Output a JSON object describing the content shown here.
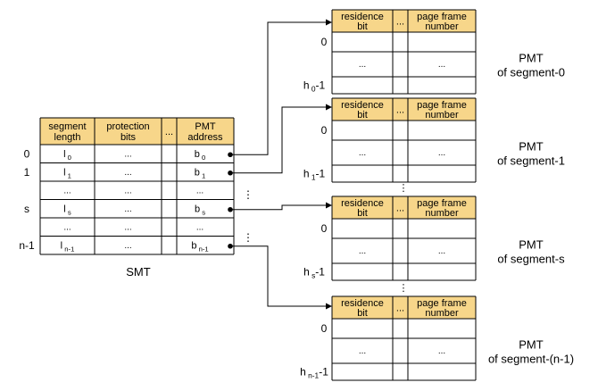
{
  "smt": {
    "headers": [
      "segment\nlength",
      "protection\nbits",
      "...",
      "PMT\naddress"
    ],
    "row_labels": [
      "0",
      "1",
      "",
      "s",
      "",
      "n-1"
    ],
    "rows": [
      [
        {
          "base": "l",
          "sub": "0"
        },
        "...",
        "",
        {
          "base": "b",
          "sub": "0"
        }
      ],
      [
        {
          "base": "l",
          "sub": "1"
        },
        "...",
        "",
        {
          "base": "b",
          "sub": "1"
        }
      ],
      [
        "...",
        "...",
        "",
        "..."
      ],
      [
        {
          "base": "l",
          "sub": "s"
        },
        "...",
        "",
        {
          "base": "b",
          "sub": "s"
        }
      ],
      [
        "...",
        "...",
        "",
        "..."
      ],
      [
        {
          "base": "l",
          "sub": "n-1"
        },
        "...",
        "",
        {
          "base": "b",
          "sub": "n-1"
        }
      ]
    ],
    "caption": "SMT",
    "gap_marks": [
      "⋮",
      "⋮"
    ]
  },
  "pmt": {
    "headers": [
      "residence\nbit",
      "...",
      "page frame\nnumber"
    ],
    "first_row_label": "0",
    "between_marks": [
      "⋮",
      "⋮"
    ],
    "tables": [
      {
        "last_label": {
          "base": "h",
          "sub": "0",
          "suffix": "-1"
        },
        "caption": "PMT\nof segment-0"
      },
      {
        "last_label": {
          "base": "h",
          "sub": "1",
          "suffix": "-1"
        },
        "caption": "PMT\nof segment-1"
      },
      {
        "last_label": {
          "base": "h",
          "sub": "s",
          "suffix": "-1"
        },
        "caption": "PMT\nof segment-s"
      },
      {
        "last_label": {
          "base": "h",
          "sub": "n-1",
          "suffix": "-1"
        },
        "caption": "PMT\nof segment-(n-1)"
      }
    ],
    "mid_row_cells": [
      "...",
      "",
      "..."
    ]
  },
  "colors": {
    "header_fill": "#F7D68A",
    "line": "#000000"
  }
}
